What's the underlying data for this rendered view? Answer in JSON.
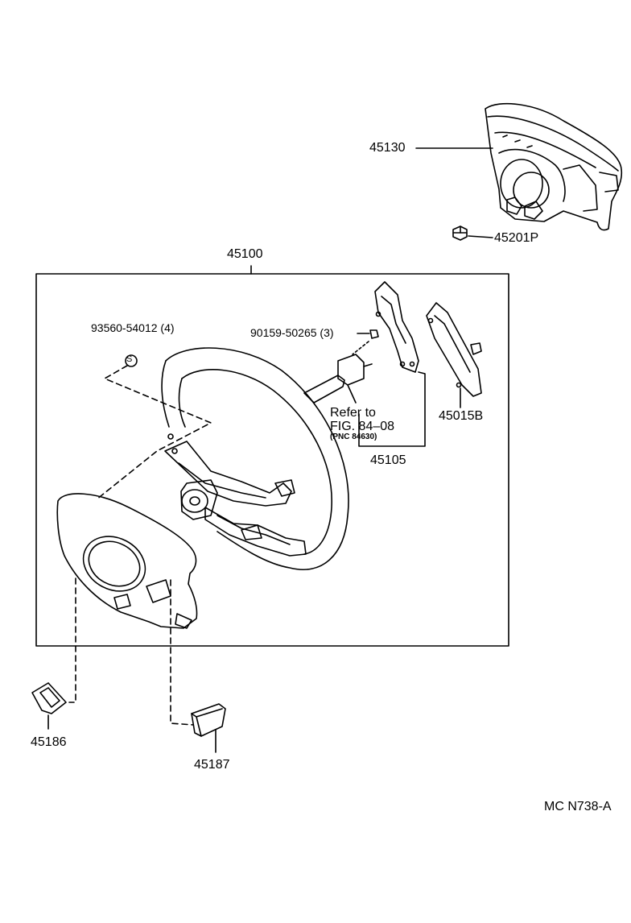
{
  "parts": {
    "p45130": "45130",
    "p45201p": "45201P",
    "p45100": "45100",
    "p93560": "93560-54012 (4)",
    "p90159": "90159-50265 (3)",
    "refer_line1": "Refer to",
    "refer_line2": "FIG. 84–08",
    "refer_line3": "(PNC 84630)",
    "p45015b": "45015B",
    "p45105": "45105",
    "p45186": "45186",
    "p45187": "45187",
    "screw_symbol": "S"
  },
  "footer": {
    "code": "MC N738-A"
  },
  "colors": {
    "line": "#000000",
    "background": "#ffffff"
  }
}
